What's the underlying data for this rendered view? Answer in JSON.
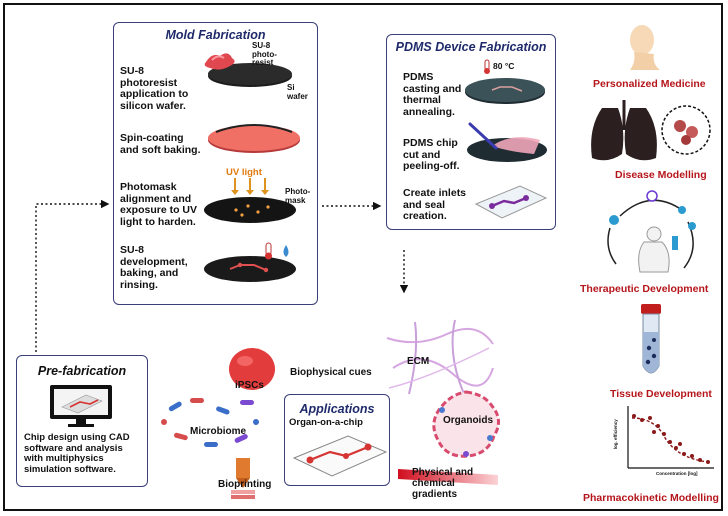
{
  "mold": {
    "title": "Mold Fabrication",
    "steps": [
      "SU-8 photoresist application to silicon wafer.",
      "Spin-coating and soft baking.",
      "Photomask alignment and exposure to UV light to harden.",
      "SU-8 development, baking, and rinsing."
    ],
    "label_su8": "SU-8 photo-resist",
    "label_si": "Si wafer",
    "label_uv": "UV light",
    "label_photomask": "Photo-mask"
  },
  "pdms": {
    "title": "PDMS Device Fabrication",
    "steps": [
      "PDMS casting and thermal annealing.",
      "PDMS chip cut and peeling-off.",
      "Create inlets and seal creation."
    ],
    "temp": "80 °C"
  },
  "prefab": {
    "title": "Pre-fabrication",
    "text": "Chip design using CAD software and analysis with multiphysics simulation software."
  },
  "applications": {
    "title": "Applications",
    "organ_on_chip": "Organ-on-a-chip",
    "ipscs": "iPSCs",
    "microbiome": "Microbiome",
    "bioprinting": "Bioprinting",
    "biophysical": "Biophysical cues",
    "ecm": "ECM",
    "organoids": "Organoids",
    "gradients": "Physical and chemical gradients"
  },
  "uses": [
    "Personalized Medicine",
    "Disease Modelling",
    "Therapeutic Development",
    "Tissue Development",
    "Pharmacokinetic Modelling"
  ],
  "pk_chart": {
    "xlabel": "Concentration [log]",
    "ylabel": "log. efficiency"
  },
  "colors": {
    "accent_red": "#b5161c",
    "panel_border": "#3a3f7a",
    "title_blue": "#1f2a6b"
  }
}
